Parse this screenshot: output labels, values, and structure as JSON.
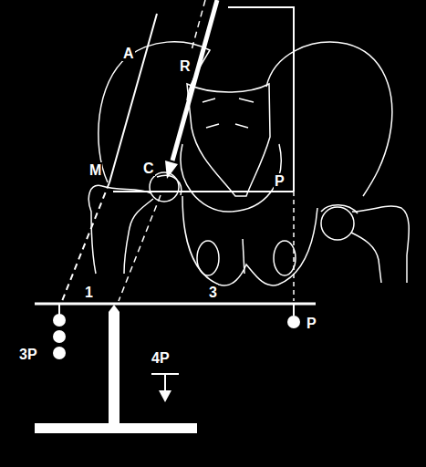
{
  "diagram": {
    "labels": [
      "A",
      "R",
      "M",
      "C",
      "P",
      "1",
      "3",
      "P",
      "3P",
      "4P"
    ]
  }
}
